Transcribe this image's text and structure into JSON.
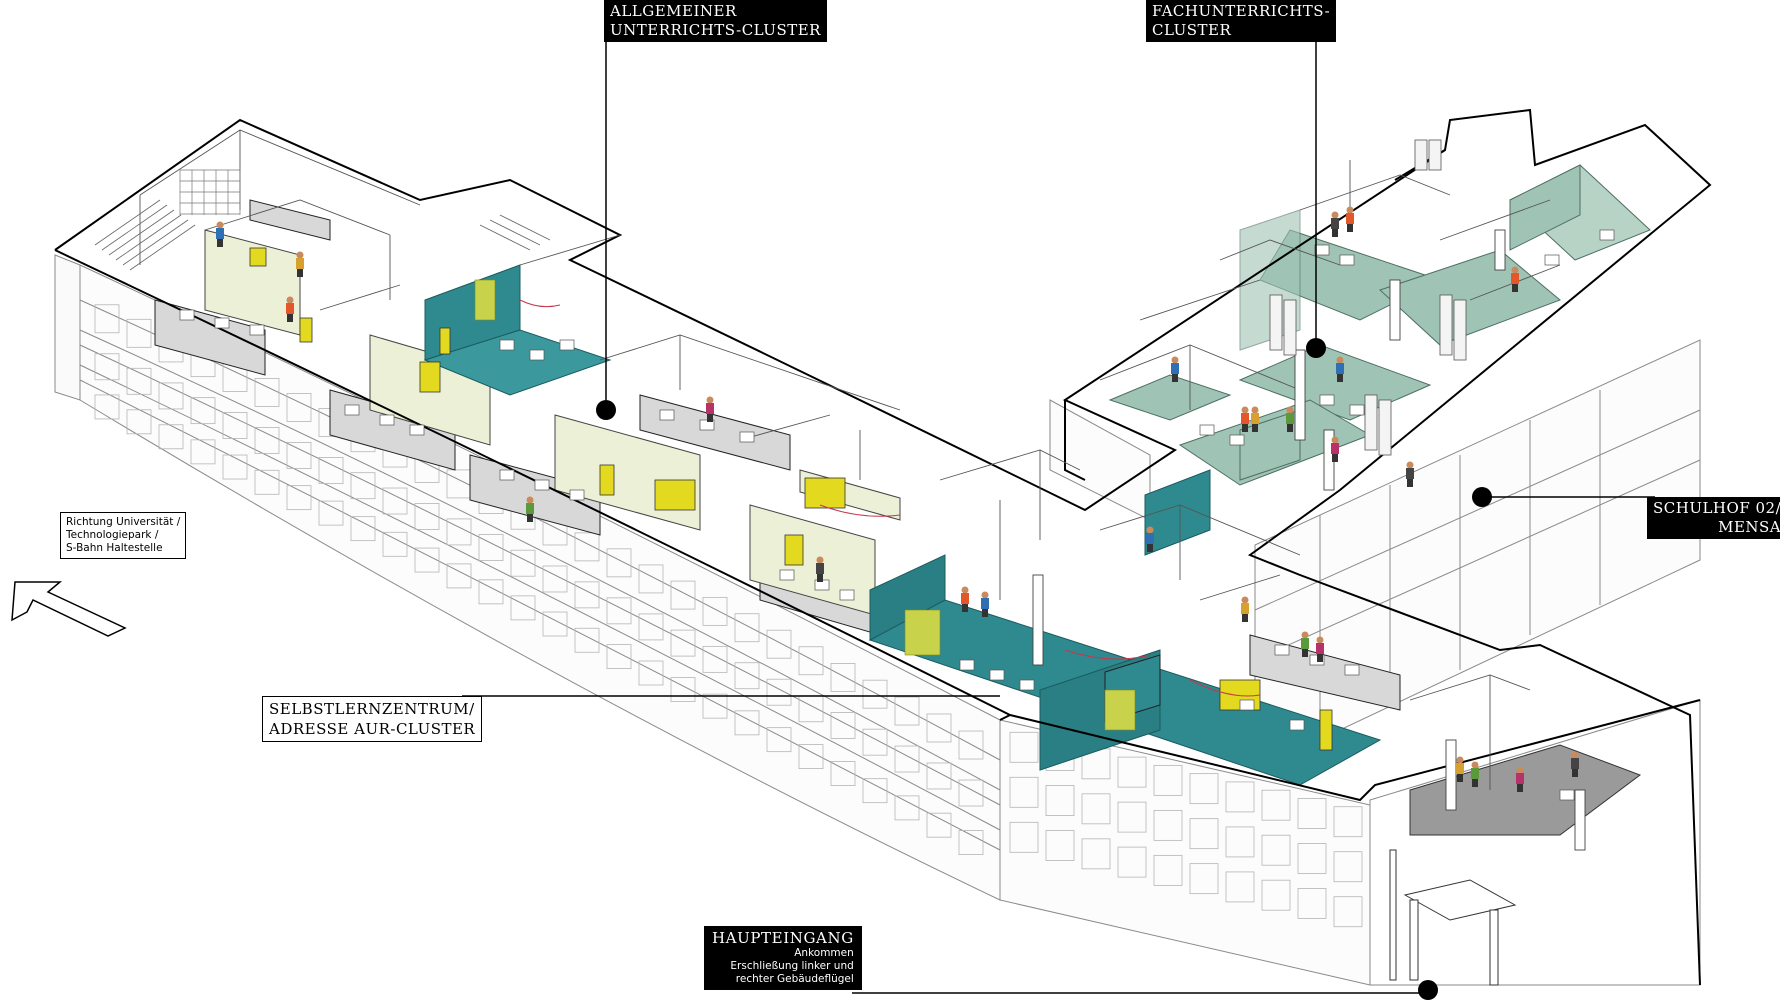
{
  "labels": {
    "allgemein": [
      "ALLGEMEINER",
      "UNTERRICHTS-CLUSTER"
    ],
    "fach": [
      "FACHUNTERRICHTS-",
      "CLUSTER"
    ],
    "schulhof": [
      "SCHULHOF 02/",
      "MENSA"
    ],
    "selbstlern": [
      "SELBSTLERNZENTRUM/",
      "ADRESSE AUR-CLUSTER"
    ],
    "haupteingang": {
      "title": "HAUPTEINGANG",
      "sub": [
        "Ankommen",
        "Erschließung linker und",
        "rechter Gebäudeflügel"
      ]
    },
    "richtung": [
      "Richtung Universität /",
      "Technologiepark /",
      "S-Bahn Haltestelle"
    ]
  },
  "colors": {
    "teal": "#2f8a8f",
    "sage": "#9fc3b4",
    "yellow": "#e3da1f",
    "cream": "#ecf0d6",
    "grayfloor": "#9a9a9a",
    "lightfloor": "#d8d8d8",
    "line": "#111111"
  }
}
